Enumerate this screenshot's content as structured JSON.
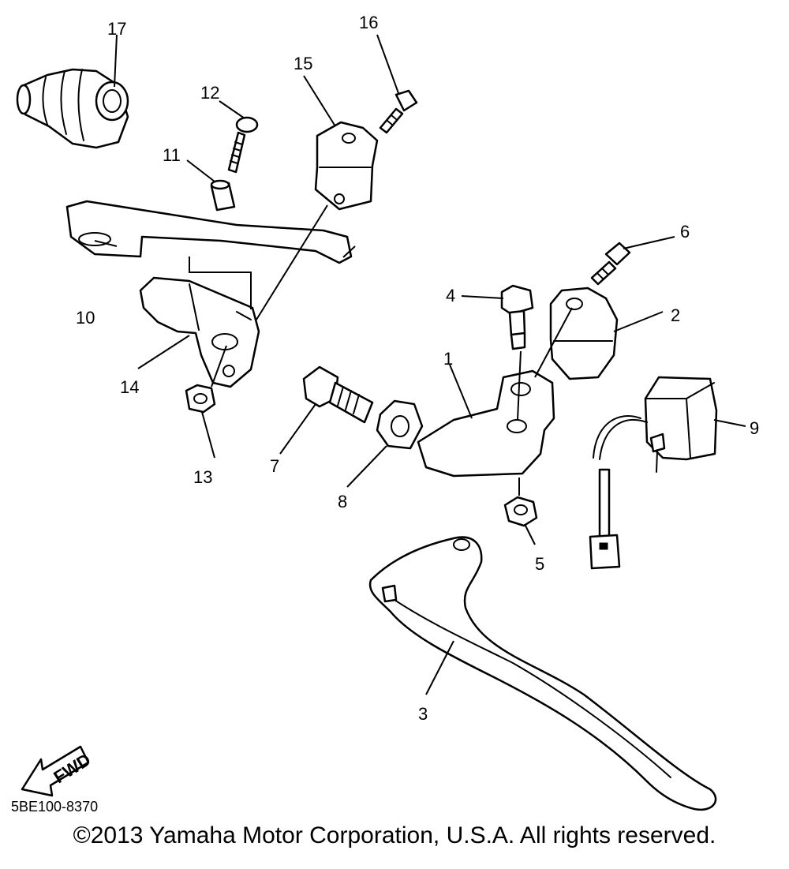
{
  "diagram": {
    "callouts": [
      "1",
      "2",
      "3",
      "4",
      "5",
      "6",
      "7",
      "8",
      "9",
      "10",
      "11",
      "12",
      "13",
      "14",
      "15",
      "16",
      "17"
    ],
    "fwd_label": "FWD",
    "code": "5BE100-8370",
    "copyright": "©2013 Yamaha Motor Corporation, U.S.A. All rights reserved."
  }
}
